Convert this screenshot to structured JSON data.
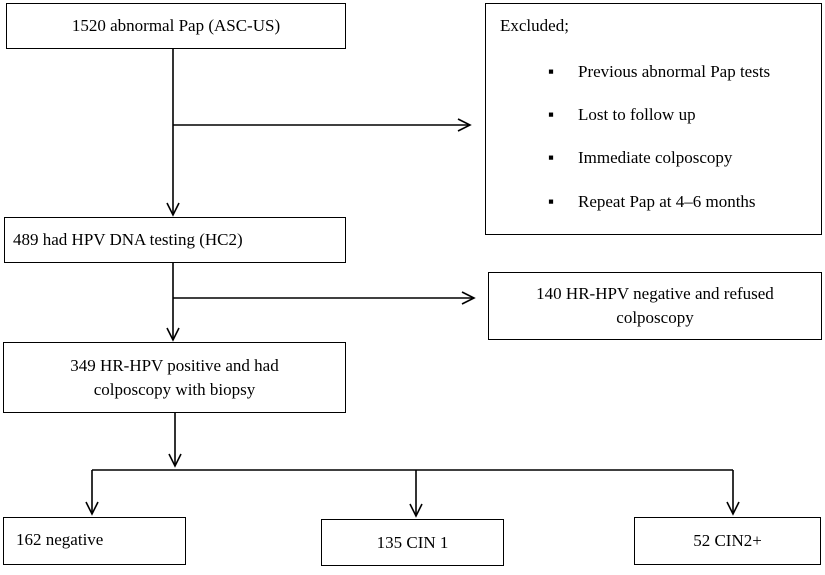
{
  "boxes": {
    "abnormal_pap": "1520 abnormal Pap (ASC-US)",
    "excluded_title": "Excluded;",
    "excluded_items": [
      "Previous abnormal Pap tests",
      "Lost to follow up",
      "Immediate colposcopy",
      "Repeat Pap at 4–6 months"
    ],
    "hpv_testing": "489 had HPV DNA testing (HC2)",
    "hr_negative_line1": "140 HR-HPV negative and refused",
    "hr_negative_line2": "colposcopy",
    "hr_positive_line1": "349 HR-HPV positive and had",
    "hr_positive_line2": "colposcopy with biopsy",
    "negative": "162 negative",
    "cin1": "135 CIN 1",
    "cin2plus": "52 CIN2+"
  }
}
